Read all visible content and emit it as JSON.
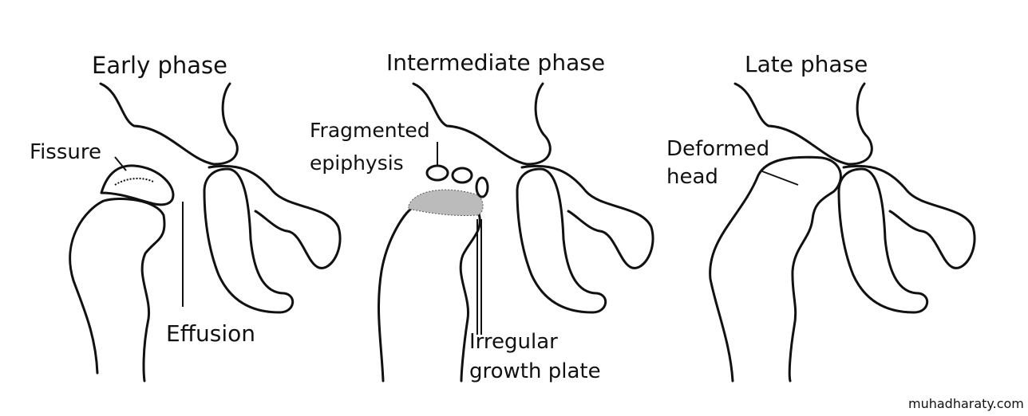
{
  "panels": [
    {
      "title": "Early phase",
      "labels": {
        "fissure": "Fissure",
        "effusion": "Effusion"
      }
    },
    {
      "title": "Intermediate phase",
      "labels": {
        "fragmented_1": "Fragmented",
        "fragmented_2": "epiphysis",
        "irregular_1": "Irregular",
        "irregular_2": "growth plate"
      }
    },
    {
      "title": "Late phase",
      "labels": {
        "deformed_1": "Deformed",
        "deformed_2": "head"
      }
    }
  ],
  "watermark": "muhadharaty.com"
}
